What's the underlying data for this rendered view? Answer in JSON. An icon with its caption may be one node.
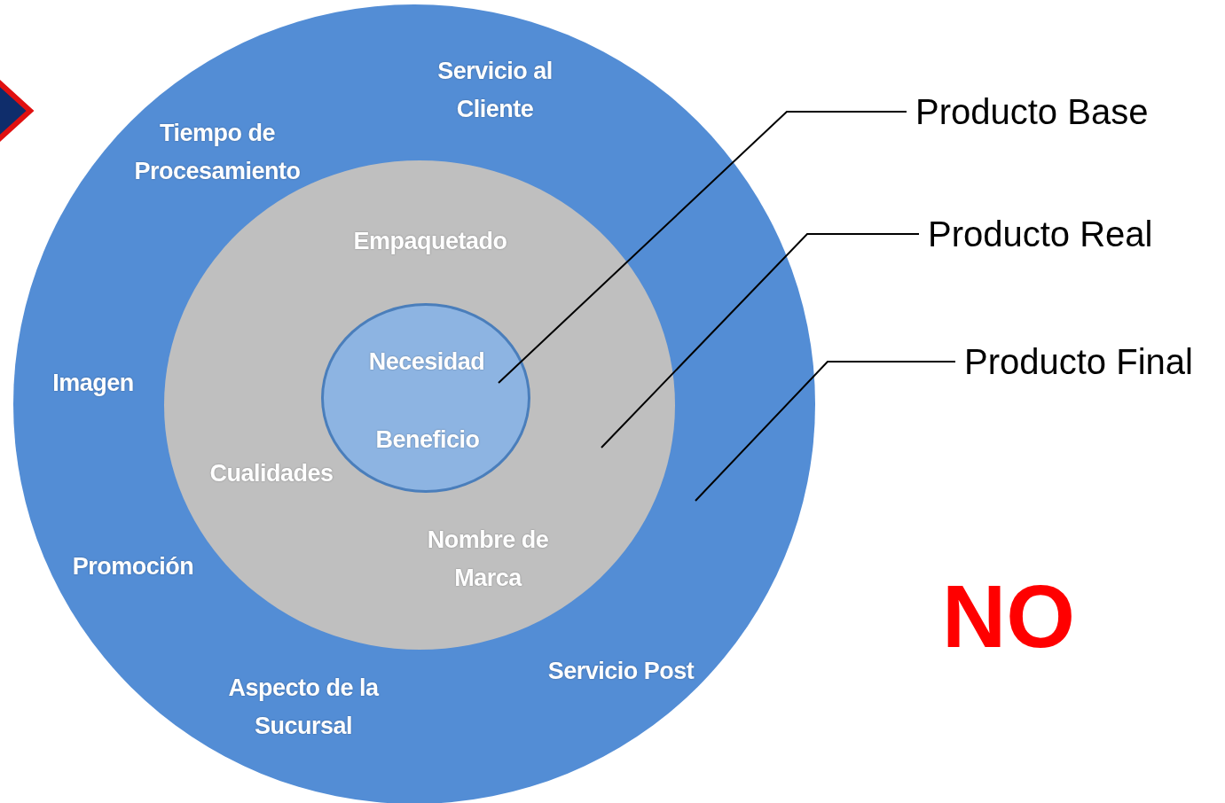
{
  "diagram": {
    "nodes": [
      {
        "text": [
          "Servicio al Cliente",
          "Tiempo de Procesamiento",
          "Imagen",
          "Promoción",
          "Aspecto de la Sucursal",
          "Servicio Post"
        ]
      },
      {
        "text": [
          "Empaquetado",
          "Cualidades",
          "Nombre de Marca"
        ],
        "in": 0
      },
      {
        "text": [
          "Necesidad",
          "Beneficio"
        ],
        "in": 1
      },
      {
        "text": [
          "Producto Base"
        ]
      },
      {
        "text": [
          "Producto Real"
        ]
      },
      {
        "text": [
          "Producto Final"
        ]
      }
    ],
    "edges": [
      {
        "from": 3,
        "to": 2,
        "arrow": "none"
      },
      {
        "from": 4,
        "to": 1,
        "arrow": "none"
      },
      {
        "from": 5,
        "to": 0,
        "arrow": "none"
      }
    ],
    "labels": [
      "NO"
    ]
  }
}
